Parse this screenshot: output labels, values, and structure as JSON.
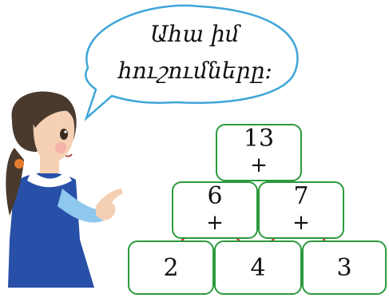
{
  "speech": {
    "line1": "Ահա իմ",
    "line2": "հուշումները:"
  },
  "pyramid": {
    "top": {
      "value": "13",
      "op": "+"
    },
    "middle": [
      {
        "value": "6",
        "op": "+"
      },
      {
        "value": "7",
        "op": "+"
      }
    ],
    "bottom": [
      {
        "value": "2"
      },
      {
        "value": "4"
      },
      {
        "value": "3"
      }
    ]
  },
  "colors": {
    "box_border": "#2b9a3c",
    "arrow": "#e0232b",
    "bubble_border": "#3fa6d8",
    "dress": "#2850a8",
    "hair": "#4a3a2e",
    "skin": "#f6d0b4"
  }
}
